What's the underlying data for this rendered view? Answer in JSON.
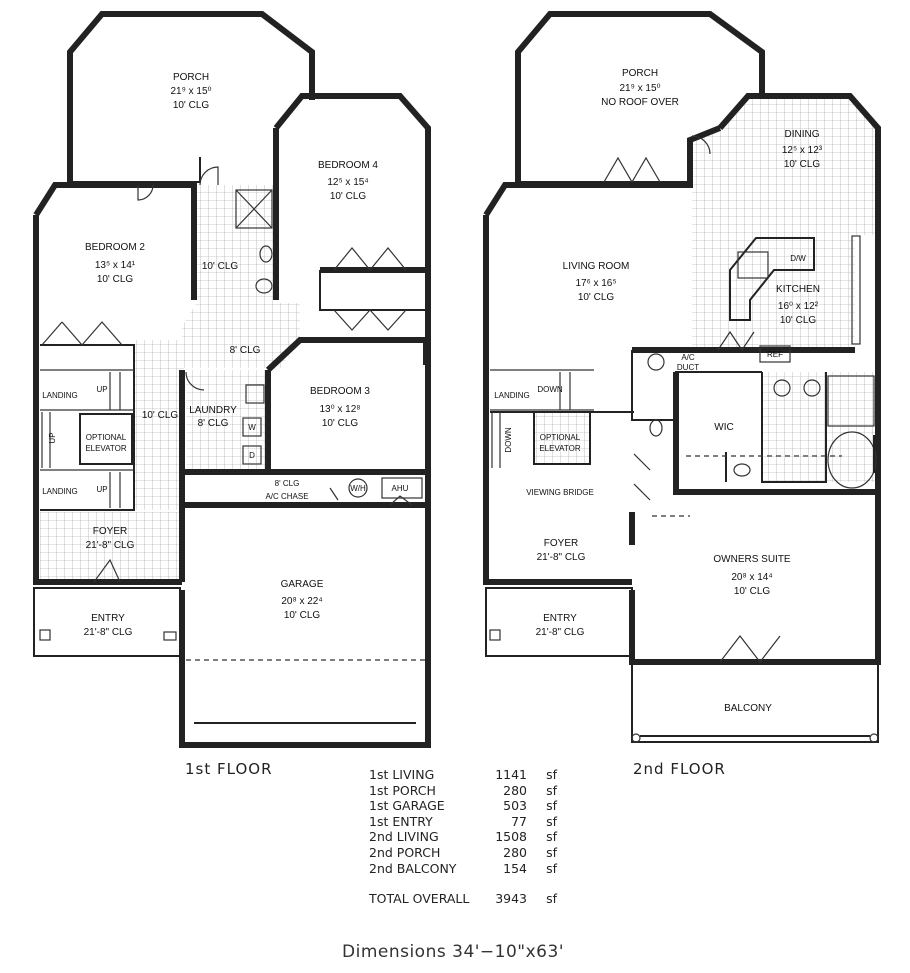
{
  "floor1": {
    "label": "1st FLOOR",
    "rooms": {
      "porch": {
        "name": "PORCH",
        "dims": "21⁹ x 15⁰",
        "clg": "10' CLG"
      },
      "bedroom4": {
        "name": "BEDROOM 4",
        "dims": "12⁵ x 15⁴",
        "clg": "10' CLG"
      },
      "bedroom2": {
        "name": "BEDROOM 2",
        "dims": "13⁵ x 14¹",
        "clg": "10' CLG"
      },
      "bath_clg": "10' CLG",
      "hall_clg": "8' CLG",
      "stair_clg": "10' CLG",
      "laundry": {
        "name": "LAUNDRY",
        "clg": "8' CLG",
        "washer": "W",
        "dryer": "D"
      },
      "bedroom3": {
        "name": "BEDROOM 3",
        "dims": "13⁰ x 12⁸",
        "clg": "10' CLG"
      },
      "landing_top": "LANDING",
      "landing_bottom": "LANDING",
      "up_top": "UP",
      "up_side": "UP",
      "up_bottom": "UP",
      "elevator": [
        "OPTIONAL",
        "ELEVATOR"
      ],
      "chase": {
        "clg": "8' CLG",
        "name": "A/C CHASE",
        "wh": "W/H",
        "ahu": "AHU"
      },
      "foyer": {
        "name": "FOYER",
        "clg": "21'-8\" CLG"
      },
      "entry": {
        "name": "ENTRY",
        "clg": "21'-8\" CLG"
      },
      "garage": {
        "name": "GARAGE",
        "dims": "20⁸ x 22⁴",
        "clg": "10' CLG"
      }
    }
  },
  "floor2": {
    "label": "2nd FLOOR",
    "rooms": {
      "porch": {
        "name": "PORCH",
        "dims": "21⁹ x 15⁰",
        "note": "NO ROOF OVER"
      },
      "dining": {
        "name": "DINING",
        "dims": "12⁵ x 12³",
        "clg": "10' CLG"
      },
      "living": {
        "name": "LIVING ROOM",
        "dims": "17⁶ x 16⁵",
        "clg": "10' CLG"
      },
      "kitchen": {
        "name": "KITCHEN",
        "dims": "16⁰ x 12²",
        "clg": "10' CLG",
        "dw": "D/W",
        "ref": "REF"
      },
      "ac_duct": [
        "A/C",
        "DUCT"
      ],
      "landing": "LANDING",
      "down_top": "DOWN",
      "down_side": "DOWN",
      "elevator": [
        "OPTIONAL",
        "ELEVATOR"
      ],
      "wic": "WIC",
      "bridge": "VIEWING BRIDGE",
      "foyer": {
        "name": "FOYER",
        "clg": "21'-8\" CLG"
      },
      "owners": {
        "name": "OWNERS SUITE",
        "dims": "20⁸ x 14⁴",
        "clg": "10' CLG"
      },
      "entry": {
        "name": "ENTRY",
        "clg": "21'-8\" CLG"
      },
      "balcony": "BALCONY"
    }
  },
  "areas": [
    {
      "name": "1st  LIVING",
      "value": "1141",
      "unit": "sf"
    },
    {
      "name": "1st  PORCH",
      "value": "280",
      "unit": "sf"
    },
    {
      "name": "1st  GARAGE",
      "value": "503",
      "unit": "sf"
    },
    {
      "name": "1st  ENTRY",
      "value": "77",
      "unit": "sf"
    },
    {
      "name": "2nd  LIVING",
      "value": "1508",
      "unit": "sf"
    },
    {
      "name": "2nd  PORCH",
      "value": "280",
      "unit": "sf"
    },
    {
      "name": "2nd  BALCONY",
      "value": "154",
      "unit": "sf"
    }
  ],
  "total": {
    "name": "TOTAL OVERALL",
    "value": "3943",
    "unit": "sf"
  },
  "dimensions": "Dimensions  34'−10\"x63'"
}
